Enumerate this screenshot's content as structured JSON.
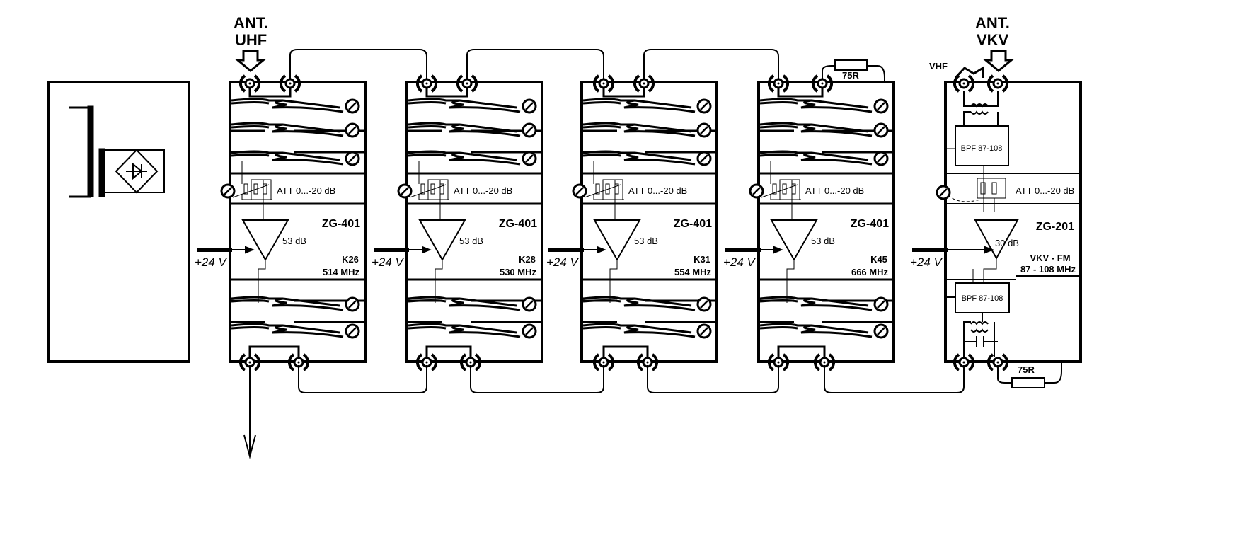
{
  "antenna_uhf": {
    "line1": "ANT.",
    "line2": "UHF"
  },
  "antenna_vkv": {
    "line1": "ANT.",
    "line2": "VKV"
  },
  "modules": [
    {
      "model": "ZG-401",
      "gain": "53 dB",
      "att": "ATT 0...-20 dB",
      "channel": "K26",
      "freq": "514 MHz",
      "power": "+24 V"
    },
    {
      "model": "ZG-401",
      "gain": "53 dB",
      "att": "ATT 0...-20 dB",
      "channel": "K28",
      "freq": "530 MHz",
      "power": "+24 V"
    },
    {
      "model": "ZG-401",
      "gain": "53 dB",
      "att": "ATT 0...-20 dB",
      "channel": "K31",
      "freq": "554 MHz",
      "power": "+24 V"
    },
    {
      "model": "ZG-401",
      "gain": "53 dB",
      "att": "ATT 0...-20 dB",
      "channel": "K45",
      "freq": "666 MHz",
      "power": "+24 V"
    }
  ],
  "vkv_module": {
    "model": "ZG-201",
    "gain": "30 dB",
    "att": "ATT 0...-20 dB",
    "band": "VKV - FM",
    "freq": "87 - 108 MHz",
    "power": "+24 V",
    "bpf_top": "BPF 87-108",
    "bpf_bottom": "BPF 87-108",
    "vhf_label": "VHF"
  },
  "terminators": {
    "top": "75R",
    "bottom": "75R"
  }
}
